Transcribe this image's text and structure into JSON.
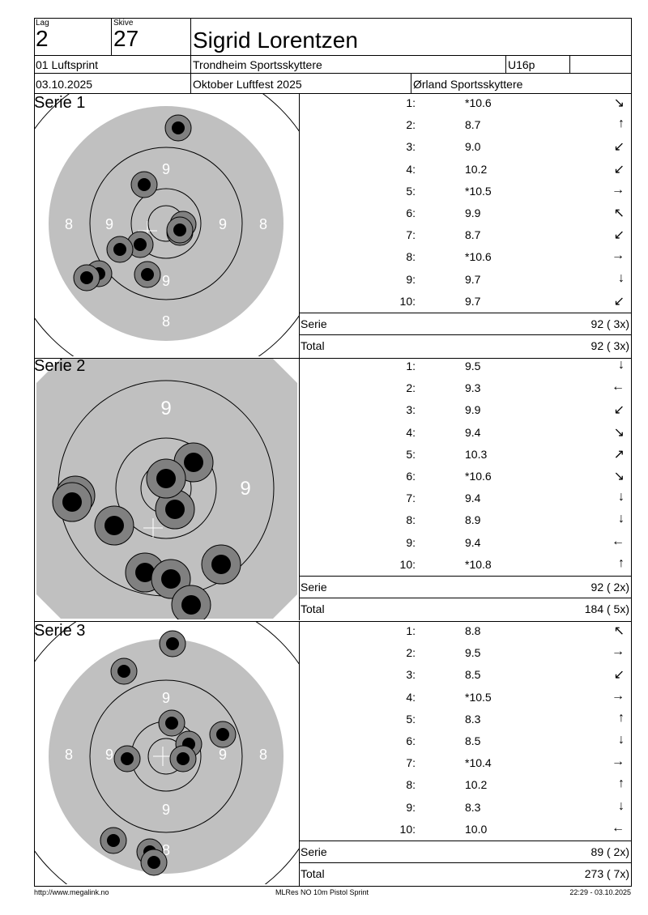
{
  "header": {
    "lag_label": "Lag",
    "lag": "2",
    "skive_label": "Skive",
    "skive": "27",
    "name": "Sigrid Lorentzen",
    "event": "01 Luftsprint",
    "club": "Trondheim Sportsskyttere",
    "class": "U16p",
    "class_extra": "",
    "date": "03.10.2025",
    "competition": "Oktober Luftfest 2025",
    "organizer": "Ørland Sportsskyttere"
  },
  "series": [
    {
      "title": "Serie 1",
      "ring_labels": [
        "8",
        "9",
        "9",
        "8",
        "9",
        "9",
        "8"
      ],
      "shots": [
        {
          "n": "1:",
          "v": "*10.6",
          "dir": "↘"
        },
        {
          "n": "2:",
          "v": "8.7",
          "dir": "↑"
        },
        {
          "n": "3:",
          "v": "9.0",
          "dir": "↙"
        },
        {
          "n": "4:",
          "v": "10.2",
          "dir": "↙"
        },
        {
          "n": "5:",
          "v": "*10.5",
          "dir": "→"
        },
        {
          "n": "6:",
          "v": "9.9",
          "dir": "↖"
        },
        {
          "n": "7:",
          "v": "8.7",
          "dir": "↙"
        },
        {
          "n": "8:",
          "v": "*10.6",
          "dir": "→"
        },
        {
          "n": "9:",
          "v": "9.7",
          "dir": "↓"
        },
        {
          "n": "10:",
          "v": "9.7",
          "dir": "↙"
        }
      ],
      "serie_label": "Serie",
      "serie_value": "92 ( 3x)",
      "total_label": "Total",
      "total_value": "92 ( 3x)"
    },
    {
      "title": "Serie 2",
      "ring_labels": [
        "9",
        "9"
      ],
      "shots": [
        {
          "n": "1:",
          "v": "9.5",
          "dir": "↓"
        },
        {
          "n": "2:",
          "v": "9.3",
          "dir": "←"
        },
        {
          "n": "3:",
          "v": "9.9",
          "dir": "↙"
        },
        {
          "n": "4:",
          "v": "9.4",
          "dir": "↘"
        },
        {
          "n": "5:",
          "v": "10.3",
          "dir": "↗"
        },
        {
          "n": "6:",
          "v": "*10.6",
          "dir": "↘"
        },
        {
          "n": "7:",
          "v": "9.4",
          "dir": "↓"
        },
        {
          "n": "8:",
          "v": "8.9",
          "dir": "↓"
        },
        {
          "n": "9:",
          "v": "9.4",
          "dir": "←"
        },
        {
          "n": "10:",
          "v": "*10.8",
          "dir": "↑"
        }
      ],
      "serie_label": "Serie",
      "serie_value": "92 ( 2x)",
      "total_label": "Total",
      "total_value": "184 ( 5x)"
    },
    {
      "title": "Serie 3",
      "ring_labels": [
        "8",
        "9",
        "9",
        "8",
        "9",
        "9",
        "8"
      ],
      "shots": [
        {
          "n": "1:",
          "v": "8.8",
          "dir": "↖"
        },
        {
          "n": "2:",
          "v": "9.5",
          "dir": "→"
        },
        {
          "n": "3:",
          "v": "8.5",
          "dir": "↙"
        },
        {
          "n": "4:",
          "v": "*10.5",
          "dir": "→"
        },
        {
          "n": "5:",
          "v": "8.3",
          "dir": "↑"
        },
        {
          "n": "6:",
          "v": "8.5",
          "dir": "↓"
        },
        {
          "n": "7:",
          "v": "*10.4",
          "dir": "→"
        },
        {
          "n": "8:",
          "v": "10.2",
          "dir": "↑"
        },
        {
          "n": "9:",
          "v": "8.3",
          "dir": "↓"
        },
        {
          "n": "10:",
          "v": "10.0",
          "dir": "←"
        }
      ],
      "serie_label": "Serie",
      "serie_value": "89 ( 2x)",
      "total_label": "Total",
      "total_value": "273 ( 7x)"
    }
  ],
  "footer": {
    "left": "http://www.megalink.no",
    "center": "MLRes NO  10m Pistol Sprint",
    "right": "22:29 - 03.10.2025"
  },
  "colors": {
    "target_grey": "#c0c0c0",
    "shot_ring": "#808080",
    "shot_core": "#000000"
  }
}
